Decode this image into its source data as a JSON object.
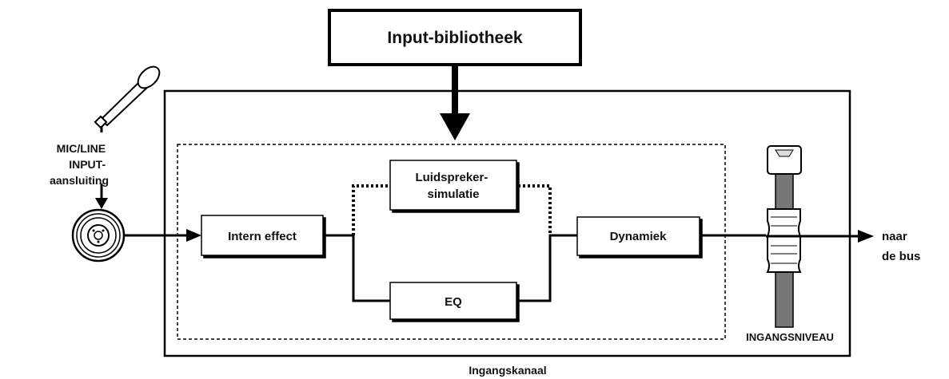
{
  "input_library": {
    "label": "Input-bibliotheek"
  },
  "jack": {
    "label_lines": [
      "MIC/LINE",
      "INPUT-",
      "aansluiting"
    ]
  },
  "blocks": {
    "intern_effect": "Intern effect",
    "speaker_sim_lines": [
      "Luidspreker-",
      "simulatie"
    ],
    "eq": "EQ",
    "dynamics": "Dynamiek"
  },
  "fader": {
    "label": "INGANGSNIVEAU"
  },
  "output": {
    "label_lines": [
      "naar",
      "de bus"
    ]
  },
  "channel": {
    "label": "Ingangskanaal"
  }
}
